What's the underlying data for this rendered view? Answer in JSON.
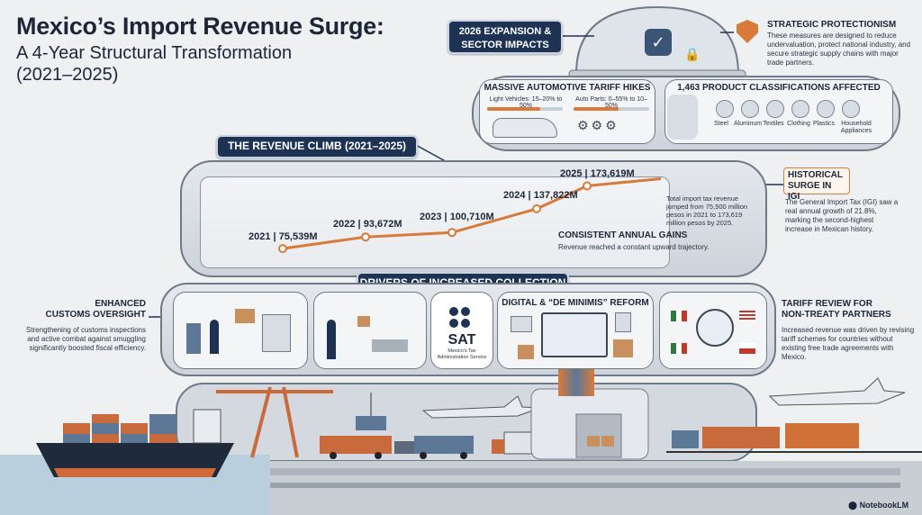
{
  "header": {
    "title_line1": "Mexico’s Import Revenue Surge:",
    "title_line2": "A 4-Year Structural Transformation",
    "title_line3": "(2021–2025)"
  },
  "expansion": {
    "line1": "2026 EXPANSION &",
    "line2": "SECTOR IMPACTS"
  },
  "protectionism": {
    "title": "STRATEGIC PROTECTIONISM",
    "text": "These measures are designed to reduce undervaluation, protect national industry, and secure strategic supply chains with major trade partners."
  },
  "automotive": {
    "title": "MASSIVE AUTOMOTIVE TARIFF HIKES",
    "light": "Light Vehicles: 15–20% to 50%",
    "parts": "Auto Parts: 0–55% to 10–50%"
  },
  "classifications": {
    "title": "1,463 PRODUCT CLASSIFICATIONS AFFECTED",
    "items": [
      "Steel",
      "Aluminum",
      "Textiles",
      "Clothing",
      "Plastics",
      "Household Appliances"
    ]
  },
  "revenue": {
    "title": "THE REVENUE CLIMB (2021–2025)",
    "points": [
      {
        "year": "2021",
        "value": "75,539M"
      },
      {
        "year": "2022",
        "value": "93,672M"
      },
      {
        "year": "2023",
        "value": "100,710M"
      },
      {
        "year": "2024",
        "value": "137,822M"
      },
      {
        "year": "2025",
        "value": "173,619M"
      }
    ],
    "note": "Total import tax revenue jumped from 75,500 million pesos in 2021 to 173,619 million pesos by 2025.",
    "gains_title": "CONSISTENT ANNUAL GAINS",
    "gains_text": "Revenue reached a constant upward trajectory."
  },
  "igi": {
    "title_line1": "HISTORICAL",
    "title_line2": "SURGE IN IGI",
    "text": "The General Import Tax (IGI) saw a real annual growth of 21.8%, marking the second-highest increase in Mexican history."
  },
  "drivers": {
    "title": "DRIVERS OF INCREASED COLLECTION",
    "sat_name": "SAT",
    "sat_line1": "Mexico's Tax",
    "sat_line2": "Administration Service",
    "digital_title": "DIGITAL & “DE MINIMIS” REFORM"
  },
  "customs": {
    "title_line1": "ENHANCED",
    "title_line2": "CUSTOMS OVERSIGHT",
    "text": "Strengthening of customs inspections and active combat against smuggling significantly boosted fiscal efficiency."
  },
  "tariff_review": {
    "title_line1": "TARIFF REVIEW FOR",
    "title_line2": "NON-TREATY PARTNERS",
    "text": "Increased revenue was driven by revising tariff schemes for countries without existing free trade agreements with Mexico."
  },
  "footer": {
    "brand": "NotebookLM"
  },
  "chart_data": {
    "type": "line",
    "title": "THE REVENUE CLIMB (2021–2025)",
    "x": [
      "2021",
      "2022",
      "2023",
      "2024",
      "2025"
    ],
    "series": [
      {
        "values": [
          75539,
          93672,
          100710,
          137822,
          173619
        ]
      }
    ],
    "unit": "M"
  }
}
